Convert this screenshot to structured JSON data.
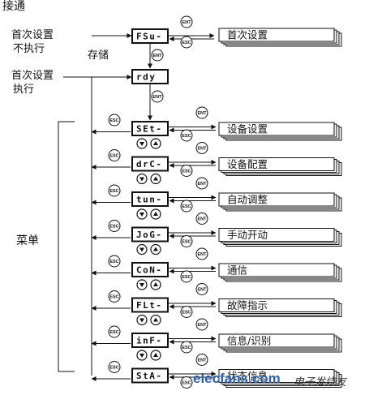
{
  "labels": {
    "power_on": "接通",
    "first_setup_skip": [
      "首次设置",
      "不执行"
    ],
    "first_setup_do": [
      "首次设置",
      "执行"
    ],
    "save": "存储",
    "menu": "菜单"
  },
  "top": {
    "display": "FSu-",
    "panel": "首次设置"
  },
  "rdy_display": "rdy",
  "buttons": {
    "ent": "ENT",
    "esc": "ESC"
  },
  "menu_items": [
    {
      "display": "SEt-",
      "panel": "设备设置"
    },
    {
      "display": "drC-",
      "panel": "设备配置"
    },
    {
      "display": "tun-",
      "panel": "自动调整"
    },
    {
      "display": "JoG-",
      "panel": "手动开动"
    },
    {
      "display": "CoN-",
      "panel": "通信"
    },
    {
      "display": "FLt-",
      "panel": "故障指示"
    },
    {
      "display": "inF-",
      "panel": "信息/识别"
    },
    {
      "display": "StA-",
      "panel": "状态信息"
    }
  ],
  "watermark": {
    "site": "elecfans.com",
    "cn": "电子发烧友"
  },
  "colors": {
    "line": "#111111",
    "watermark": "#2d5fb0"
  }
}
